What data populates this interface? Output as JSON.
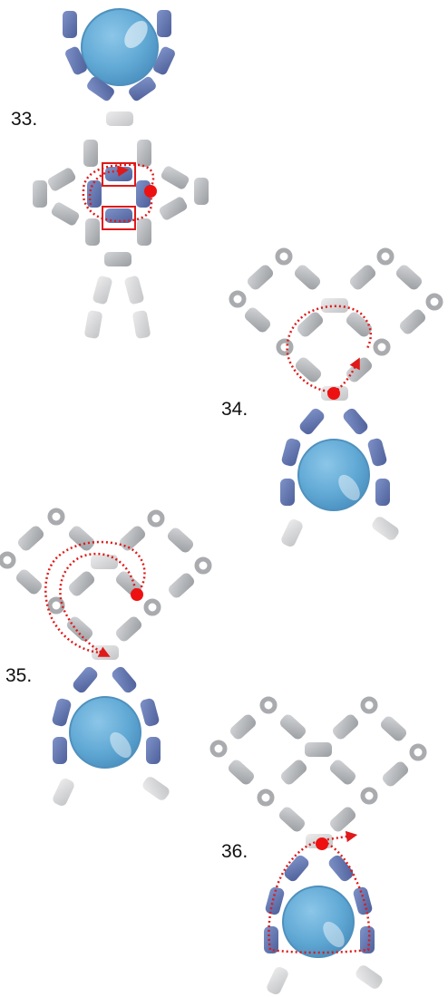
{
  "steps": [
    {
      "label": "33."
    },
    {
      "label": "34."
    },
    {
      "label": "35."
    },
    {
      "label": "36."
    }
  ],
  "colors": {
    "big_bead": "#5fa9d6",
    "big_bead_edge": "#4f90bd",
    "blue_bead": "#5d70ad",
    "gray_bead": "#b3b5b8",
    "light_bead": "#d6d7d9",
    "highlight": "#ffffff",
    "thread_path": "#e01919",
    "start_dot": "#ee1111"
  }
}
